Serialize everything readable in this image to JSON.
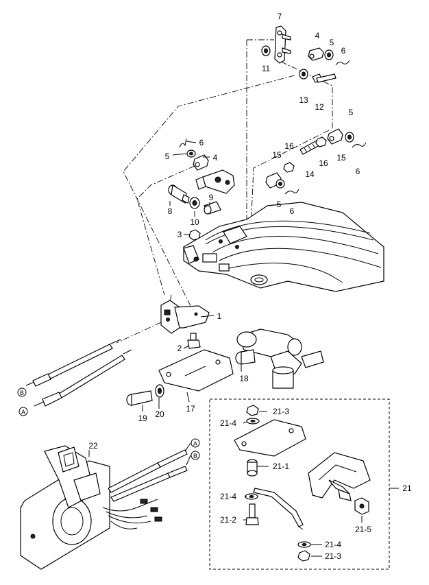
{
  "diagram": {
    "callouts": {
      "p1": "1",
      "p2": "2",
      "p3": "3",
      "p4a": "4",
      "p4b": "4",
      "p5a": "5",
      "p5b": "5",
      "p5c": "5",
      "p5d": "5",
      "p6a": "6",
      "p6b": "6",
      "p6c": "6",
      "p6d": "6",
      "p7": "7",
      "p8": "8",
      "p9": "9",
      "p10": "10",
      "p11": "11",
      "p12": "12",
      "p13": "13",
      "p14": "14",
      "p15a": "15",
      "p15b": "15",
      "p16a": "16",
      "p16b": "16",
      "p17": "17",
      "p18": "18",
      "p19": "19",
      "p20": "20",
      "p21": "21",
      "p22": "22",
      "p21_1": "21-1",
      "p21_2": "21-2",
      "p21_3a": "21-3",
      "p21_3b": "21-3",
      "p21_4a": "21-4",
      "p21_4b": "21-4",
      "p21_4c": "21-4",
      "p21_5": "21-5"
    },
    "cable_markers": {
      "b_left": "B",
      "a_left": "A",
      "a_right": "A",
      "b_right": "B"
    }
  }
}
